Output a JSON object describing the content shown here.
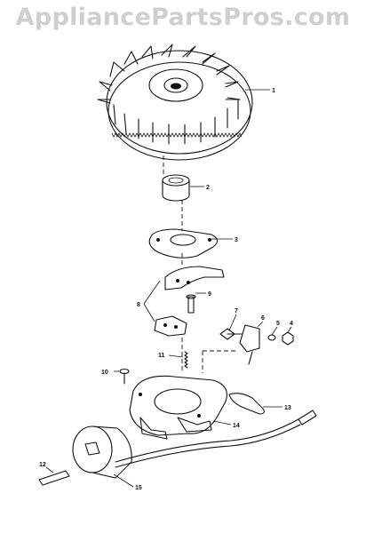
{
  "watermark": "AppliancePartsPros.com",
  "callouts": [
    {
      "id": "c1",
      "label": "1"
    },
    {
      "id": "c2",
      "label": "2"
    },
    {
      "id": "c3",
      "label": "3"
    },
    {
      "id": "c4",
      "label": "4"
    },
    {
      "id": "c5",
      "label": "5"
    },
    {
      "id": "c6",
      "label": "6"
    },
    {
      "id": "c7",
      "label": "7"
    },
    {
      "id": "c8",
      "label": "8"
    },
    {
      "id": "c9",
      "label": "9"
    },
    {
      "id": "c10",
      "label": "10"
    },
    {
      "id": "c11",
      "label": "11"
    },
    {
      "id": "c12",
      "label": "12"
    },
    {
      "id": "c13",
      "label": "13"
    },
    {
      "id": "c14",
      "label": "14"
    },
    {
      "id": "c15",
      "label": "15"
    }
  ]
}
